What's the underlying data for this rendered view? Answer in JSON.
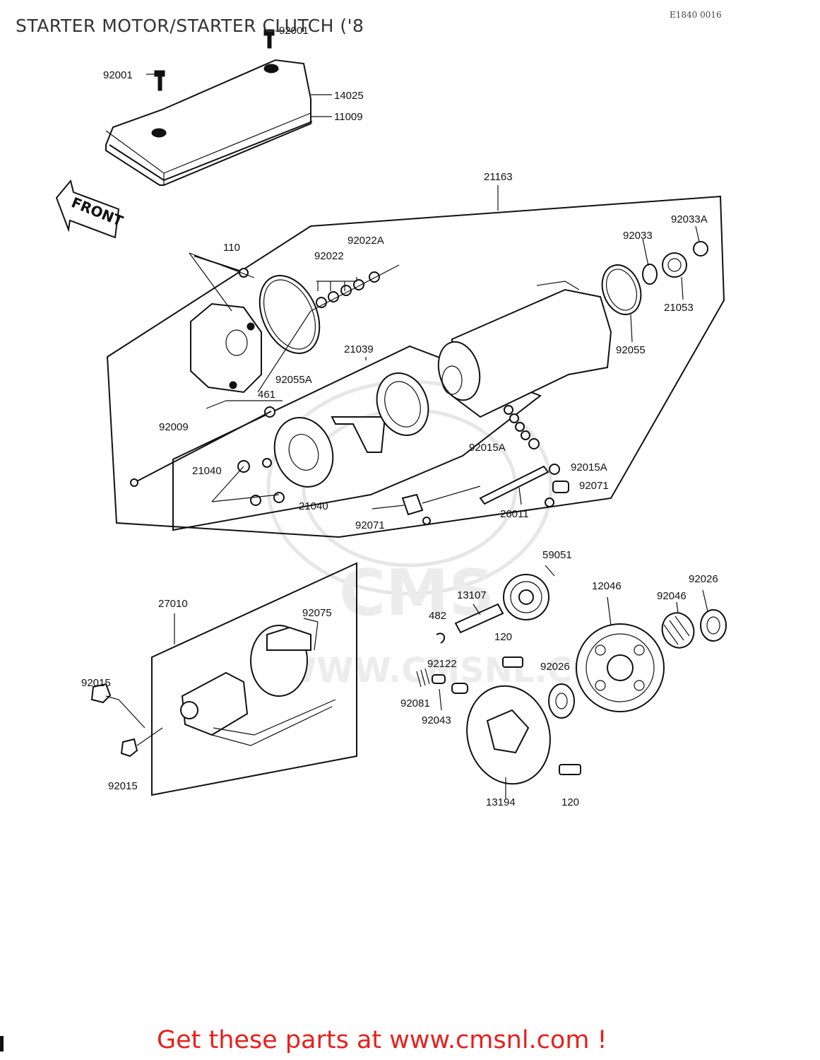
{
  "header": {
    "title": "STARTER MOTOR/STARTER CLUTCH ('8",
    "ref_code": "E1840 0016"
  },
  "diagram": {
    "front_arrow_label": "FRONT",
    "watermark": {
      "site": "WWW.CMSNL.COM",
      "logo_text": "CMS"
    },
    "parts": [
      "92001",
      "92001",
      "14025",
      "11009",
      "21163",
      "92033A",
      "92033",
      "110",
      "92022A",
      "92022",
      "21053",
      "92055",
      "21039",
      "92055A",
      "461",
      "92009",
      "92015A",
      "21040",
      "92015A",
      "92071",
      "21040",
      "92071",
      "26011",
      "59051",
      "12046",
      "92026",
      "27010",
      "13107",
      "92046",
      "92075",
      "482",
      "120",
      "92122",
      "92026",
      "92015",
      "92081",
      "92043",
      "92015",
      "13194",
      "120"
    ]
  },
  "footer": {
    "link_text": "Get these parts at www.cmsnl.com !"
  }
}
